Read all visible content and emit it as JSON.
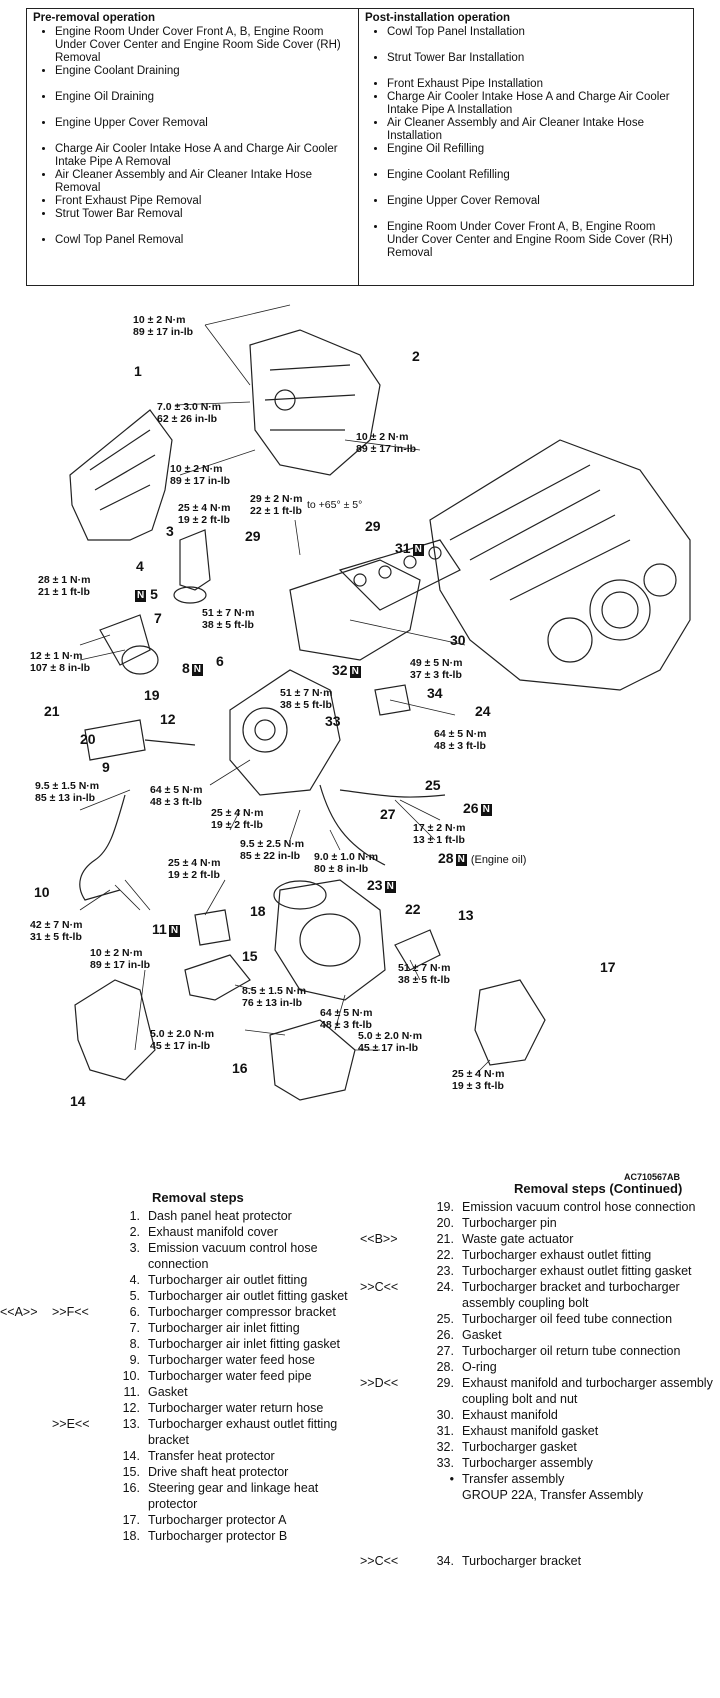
{
  "operations": {
    "pre_title": "Pre-removal operation",
    "pre_items": [
      "Engine Room Under Cover Front A, B, Engine Room Under Cover Center and Engine Room Side Cover (RH) Removal",
      "Engine Coolant Draining",
      "Engine Oil Draining",
      "Engine Upper Cover Removal",
      "Charge Air Cooler Intake Hose A and Charge Air Cooler Intake Pipe A Removal",
      "Air Cleaner Assembly and Air Cleaner Intake Hose Removal",
      "Front Exhaust Pipe Removal",
      "Strut Tower Bar Removal",
      "Cowl Top Panel Removal"
    ],
    "post_title": "Post-installation operation",
    "post_items": [
      "Cowl Top Panel Installation",
      "Strut Tower Bar Installation",
      "Front Exhaust Pipe Installation",
      "Charge Air Cooler Intake Hose A and Charge Air Cooler Intake Pipe A Installation",
      "Air Cleaner Assembly and Air Cleaner Intake Hose Installation",
      "Engine Oil Refilling",
      "Engine Coolant Refilling",
      "Engine Upper Cover Removal",
      "Engine Room Under Cover Front A, B, Engine Room Under Cover Center and Engine Room Side Cover (RH) Removal"
    ]
  },
  "diagram": {
    "torques": [
      "10 ± 2 N·m\n89 ± 17 in-lb",
      "7.0 ± 3.0 N·m\n62 ± 26 in-lb",
      "10 ± 2 N·m\n89 ± 17 in-lb",
      "10 ± 2 N·m\n89 ± 17 in-lb",
      "25 ± 4 N·m\n19 ± 2 ft-lb",
      "29 ± 2 N·m\n22 ± 1 ft-lb",
      "to +65° ± 5°",
      "28 ± 1 N·m\n21 ± 1 ft-lb",
      "51 ± 7 N·m\n38 ± 5 ft-lb",
      "12 ± 1 N·m\n107 ± 8 in-lb",
      "51 ± 7 N·m\n38 ± 5 ft-lb",
      "49 ± 5 N·m\n37 ± 3 ft-lb",
      "64 ± 5 N·m\n48 ± 3 ft-lb",
      "9.5 ± 1.5 N·m\n85 ± 13 in-lb",
      "64 ± 5 N·m\n48 ± 3 ft-lb",
      "25 ± 4 N·m\n19 ± 2 ft-lb",
      "17 ± 2 N·m\n13 ± 1 ft-lb",
      "9.5 ± 2.5 N·m\n85 ± 22 in-lb",
      "9.0 ± 1.0 N·m\n80 ± 8 in-lb",
      "25 ± 4 N·m\n19 ± 2 ft-lb",
      "42 ± 7 N·m\n31 ± 5 ft-lb",
      "10 ± 2 N·m\n89 ± 17 in-lb",
      "51 ± 7 N·m\n38 ± 5 ft-lb",
      "8.5 ± 1.5 N·m\n76 ± 13 in-lb",
      "64 ± 5 N·m\n48 ± 3 ft-lb",
      "5.0 ± 2.0 N·m\n45 ± 17 in-lb",
      "5.0 ± 2.0 N·m\n45 ± 17 in-lb",
      "25 ± 4 N·m\n19 ± 3 ft-lb"
    ],
    "callouts": [
      "1",
      "2",
      "3",
      "4",
      "5",
      "6",
      "7",
      "8",
      "9",
      "10",
      "11",
      "12",
      "13",
      "14",
      "15",
      "16",
      "17",
      "18",
      "19",
      "20",
      "21",
      "22",
      "23",
      "24",
      "25",
      "26",
      "27",
      "28",
      "29",
      "29",
      "30",
      "31",
      "32",
      "33",
      "34"
    ],
    "n_mark": "N",
    "engine_oil_note": "(Engine oil)",
    "figure_id": "AC710567AB"
  },
  "removal": {
    "title": "Removal steps",
    "title_cont": "Removal steps (Continued)",
    "left": [
      {
        "m1": "",
        "m2": "",
        "no": "1.",
        "text": "Dash panel heat protector"
      },
      {
        "m1": "",
        "m2": "",
        "no": "2.",
        "text": "Exhaust manifold cover"
      },
      {
        "m1": "",
        "m2": "",
        "no": "3.",
        "text": "Emission vacuum control hose connection"
      },
      {
        "m1": "",
        "m2": "",
        "no": "4.",
        "text": "Turbocharger air outlet fitting"
      },
      {
        "m1": "",
        "m2": "",
        "no": "5.",
        "text": "Turbocharger air outlet fitting gasket"
      },
      {
        "m1": "<<A>>",
        "m2": ">>F<<",
        "no": "6.",
        "text": "Turbocharger compressor bracket"
      },
      {
        "m1": "",
        "m2": "",
        "no": "7.",
        "text": "Turbocharger air inlet fitting"
      },
      {
        "m1": "",
        "m2": "",
        "no": "8.",
        "text": "Turbocharger air inlet fitting gasket"
      },
      {
        "m1": "",
        "m2": "",
        "no": "9.",
        "text": "Turbocharger water feed hose"
      },
      {
        "m1": "",
        "m2": "",
        "no": "10.",
        "text": "Turbocharger water feed pipe"
      },
      {
        "m1": "",
        "m2": "",
        "no": "11.",
        "text": "Gasket"
      },
      {
        "m1": "",
        "m2": "",
        "no": "12.",
        "text": "Turbocharger water return hose"
      },
      {
        "m1": "",
        "m2": ">>E<<",
        "no": "13.",
        "text": "Turbocharger exhaust outlet fitting bracket"
      },
      {
        "m1": "",
        "m2": "",
        "no": "14.",
        "text": "Transfer heat protector"
      },
      {
        "m1": "",
        "m2": "",
        "no": "15.",
        "text": "Drive shaft heat protector"
      },
      {
        "m1": "",
        "m2": "",
        "no": "16.",
        "text": "Steering gear and linkage heat protector"
      },
      {
        "m1": "",
        "m2": "",
        "no": "17.",
        "text": "Turbocharger protector A"
      },
      {
        "m1": "",
        "m2": "",
        "no": "18.",
        "text": "Turbocharger protector B"
      }
    ],
    "right": [
      {
        "m": "",
        "no": "19.",
        "text": "Emission vacuum control hose connection"
      },
      {
        "m": "",
        "no": "20.",
        "text": "Turbocharger pin"
      },
      {
        "m": "<<B>>",
        "no": "21.",
        "text": "Waste gate actuator"
      },
      {
        "m": "",
        "no": "22.",
        "text": "Turbocharger exhaust outlet fitting"
      },
      {
        "m": "",
        "no": "23.",
        "text": "Turbocharger exhaust outlet fitting gasket"
      },
      {
        "m": ">>C<<",
        "no": "24.",
        "text": "Turbocharger bracket and turbocharger assembly coupling bolt"
      },
      {
        "m": "",
        "no": "25.",
        "text": "Turbocharger oil feed tube connection"
      },
      {
        "m": "",
        "no": "26.",
        "text": "Gasket"
      },
      {
        "m": "",
        "no": "27.",
        "text": "Turbocharger oil return tube connection"
      },
      {
        "m": "",
        "no": "28.",
        "text": "O-ring"
      },
      {
        "m": ">>D<<",
        "no": "29.",
        "text": "Exhaust manifold and turbocharger assembly coupling bolt and nut"
      },
      {
        "m": "",
        "no": "30.",
        "text": "Exhaust manifold"
      },
      {
        "m": "",
        "no": "31.",
        "text": "Exhaust manifold gasket"
      },
      {
        "m": "",
        "no": "32.",
        "text": "Turbocharger gasket"
      },
      {
        "m": "",
        "no": "33.",
        "text": "Turbocharger assembly"
      },
      {
        "m": "",
        "no": "•",
        "text": "Transfer assembly\nGROUP 22A, Transfer Assembly"
      },
      {
        "m": ">>C<<",
        "no": "34.",
        "text": "Turbocharger bracket"
      }
    ]
  }
}
